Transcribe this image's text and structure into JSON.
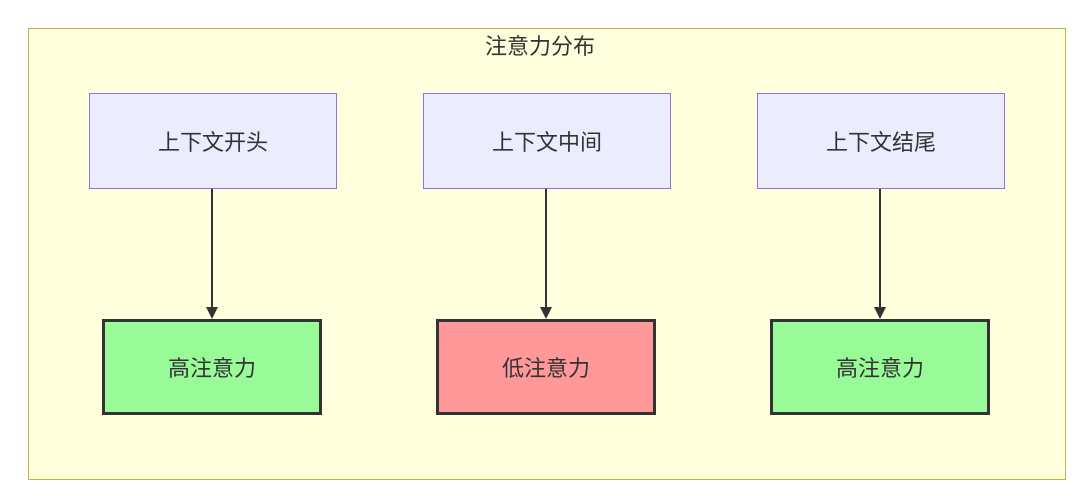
{
  "subgraph": {
    "title": "注意力分布"
  },
  "nodes": {
    "context_start": "上下文开头",
    "context_middle": "上下文中间",
    "context_end": "上下文结尾",
    "attention_start": "高注意力",
    "attention_middle": "低注意力",
    "attention_end": "高注意力"
  },
  "colors": {
    "subgraph_fill": "#ffffde",
    "subgraph_border": "#b8b84a",
    "context_fill": "#ececff",
    "context_border": "#9370db",
    "high_fill": "#98fb98",
    "low_fill": "#ff9999",
    "edge": "#333333"
  }
}
